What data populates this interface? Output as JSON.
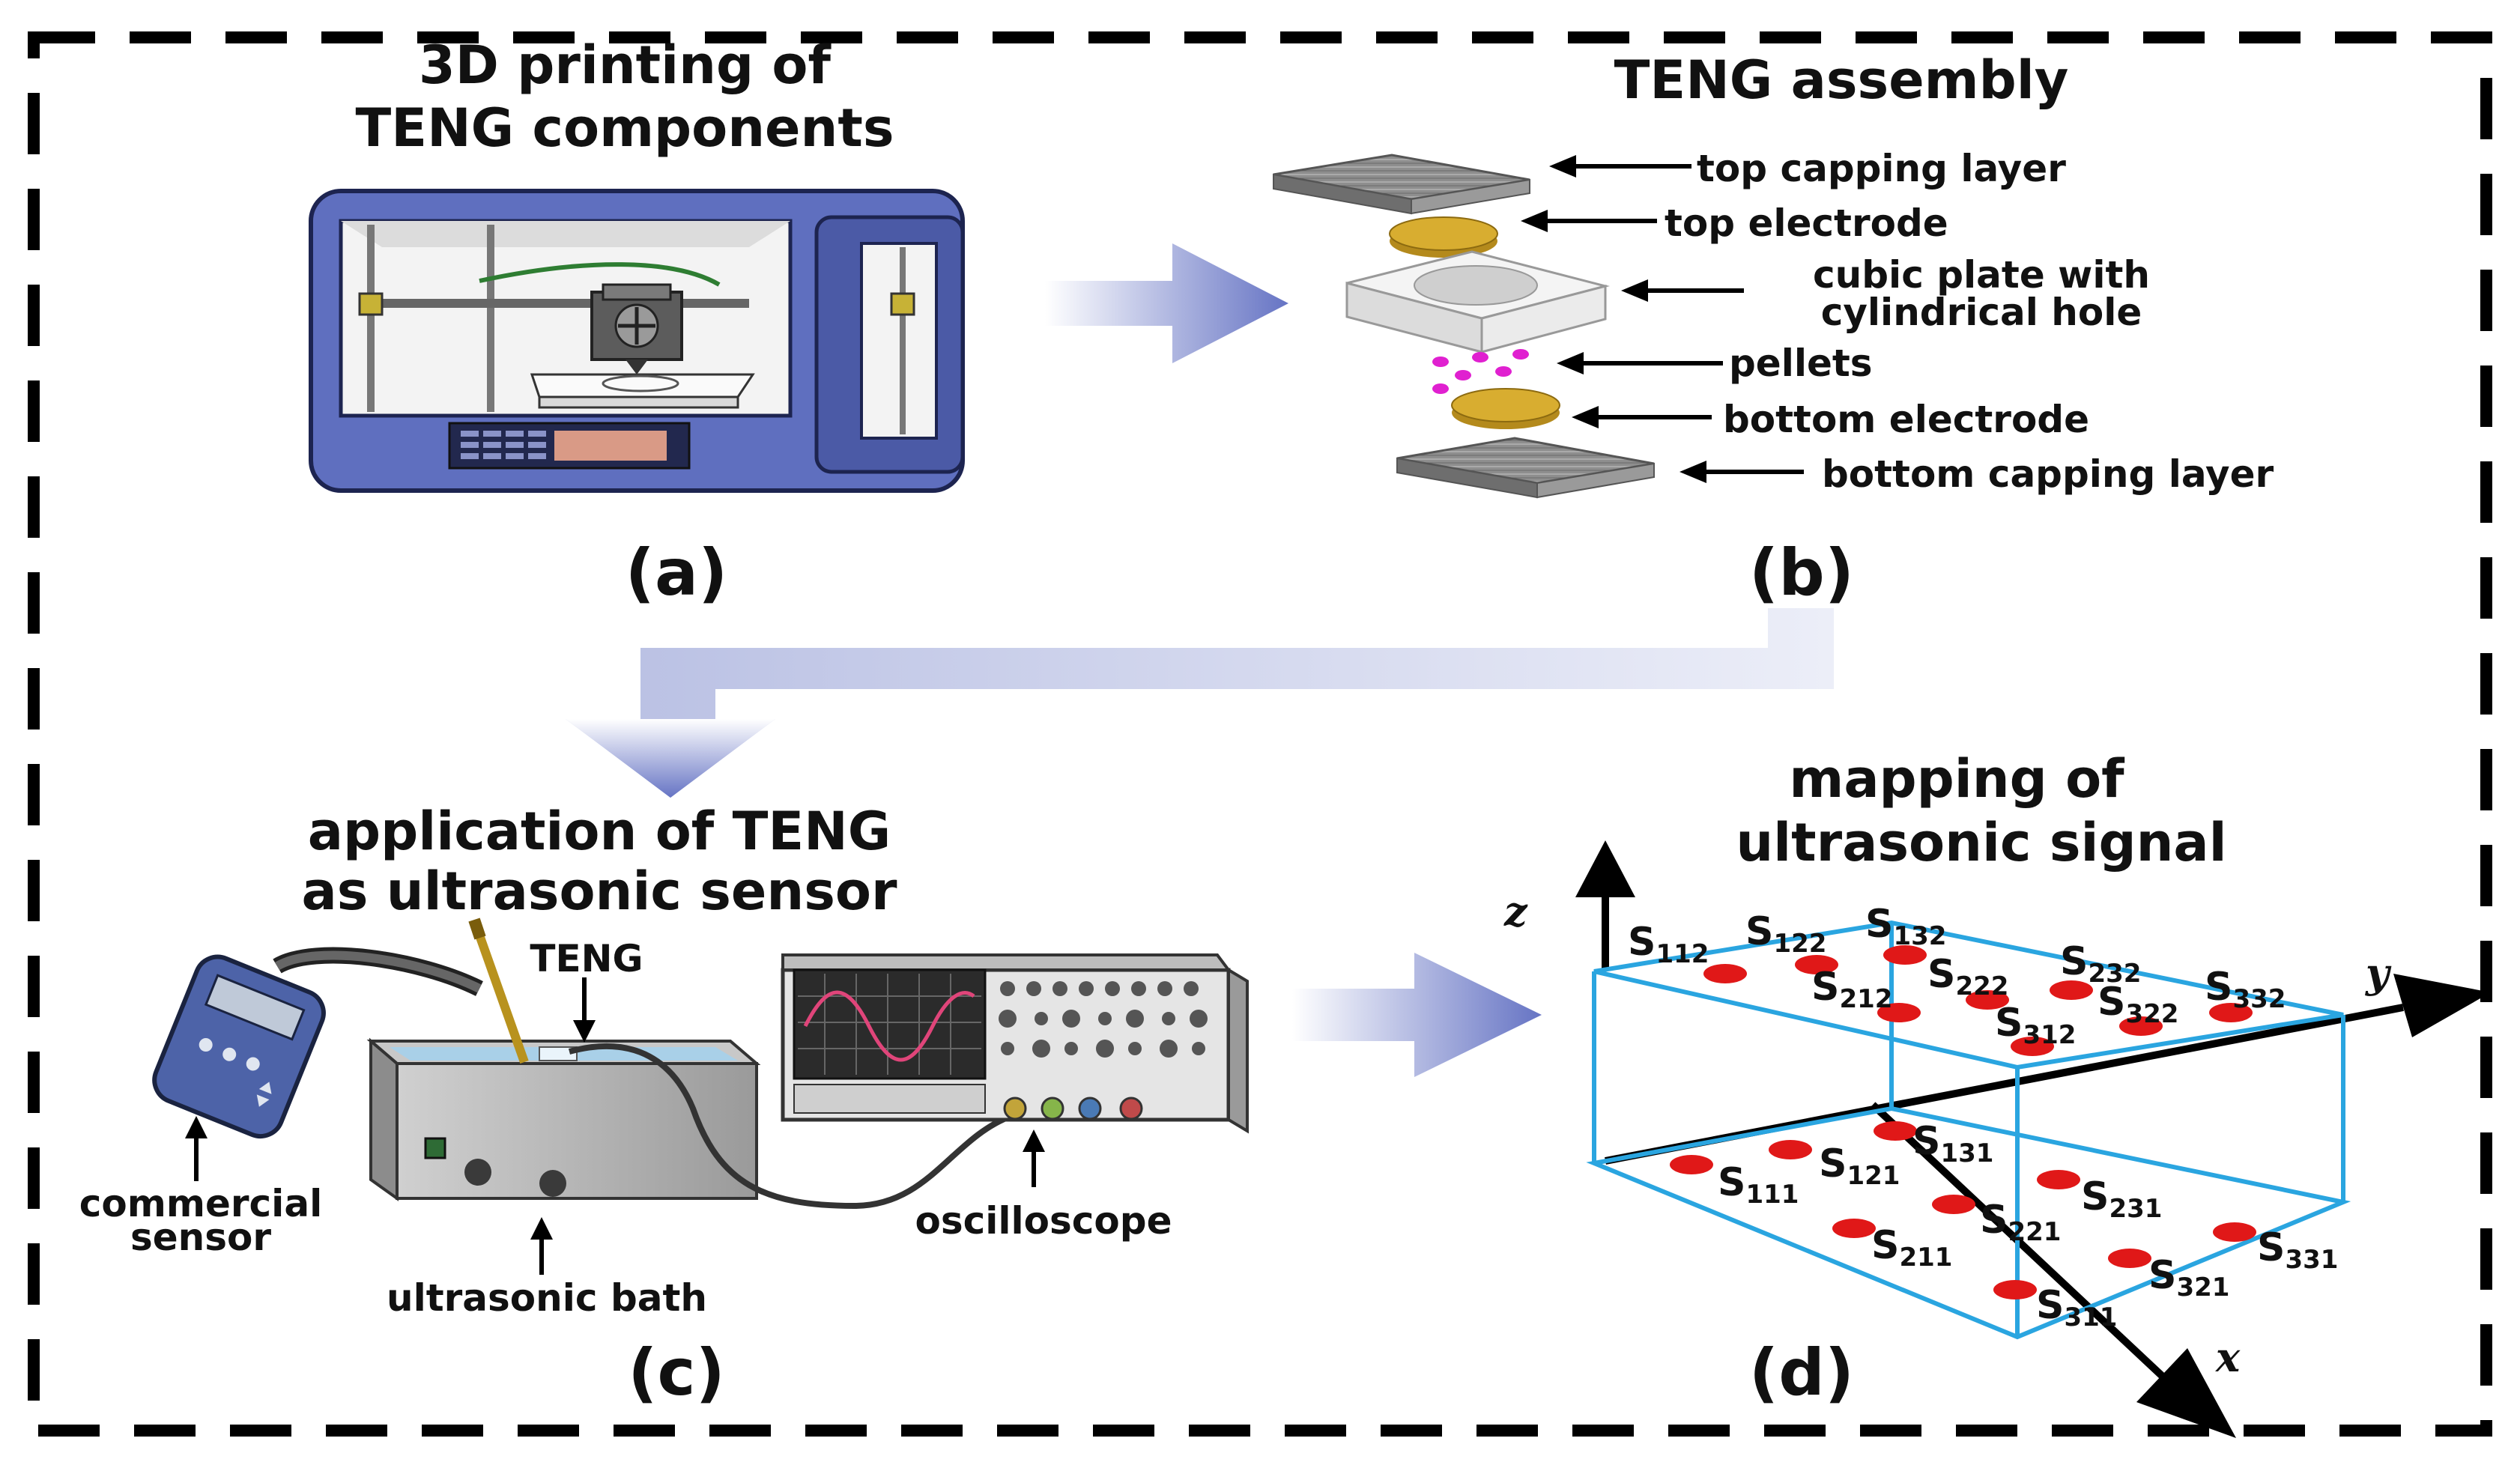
{
  "panels": {
    "a": {
      "title_line1": "3D printing of",
      "title_line2": "TENG components",
      "label": "(a)"
    },
    "b": {
      "title": "TENG assembly",
      "label": "(b)",
      "layers": [
        "top capping layer",
        "top electrode",
        "cubic plate with",
        "cylindrical hole",
        "pellets",
        "bottom electrode",
        "bottom capping layer"
      ]
    },
    "c": {
      "title_line1": "application of TENG",
      "title_line2": "as ultrasonic sensor",
      "label": "(c)",
      "teng": "TENG",
      "commercial_line1": "commercial",
      "commercial_line2": "sensor",
      "bath": "ultrasonic bath",
      "scope": "oscilloscope"
    },
    "d": {
      "title_line1": "mapping of",
      "title_line2": "ultrasonic signal",
      "label": "(d)",
      "axes": {
        "x": "x",
        "y": "y",
        "z": "z"
      },
      "top_sensors": [
        "112",
        "122",
        "132",
        "212",
        "222",
        "232",
        "312",
        "322",
        "332"
      ],
      "bottom_sensors": [
        "111",
        "121",
        "131",
        "211",
        "221",
        "231",
        "311",
        "321",
        "331"
      ],
      "sensor_prefix": "S"
    }
  },
  "colors": {
    "arrow": "#6674c4",
    "printer": "#5a6bb8",
    "electrode": "#d4a82a",
    "pellet": "#e020d0",
    "box": "#2aa5e0",
    "point": "#e01818",
    "frame": "#000000"
  }
}
